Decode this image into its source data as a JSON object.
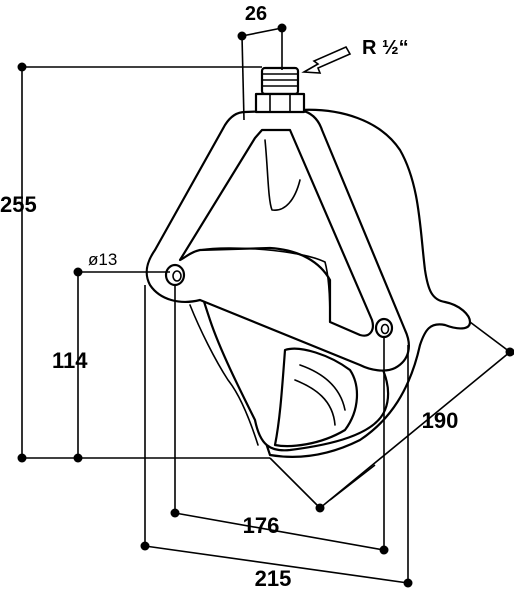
{
  "drawing": {
    "dimensions": {
      "top_width": "26",
      "thread": "R ½“",
      "total_height": "255",
      "hole_diameter": "ø13",
      "hole_height": "114",
      "depth": "190",
      "hole_spacing": "176",
      "total_width": "215"
    }
  }
}
